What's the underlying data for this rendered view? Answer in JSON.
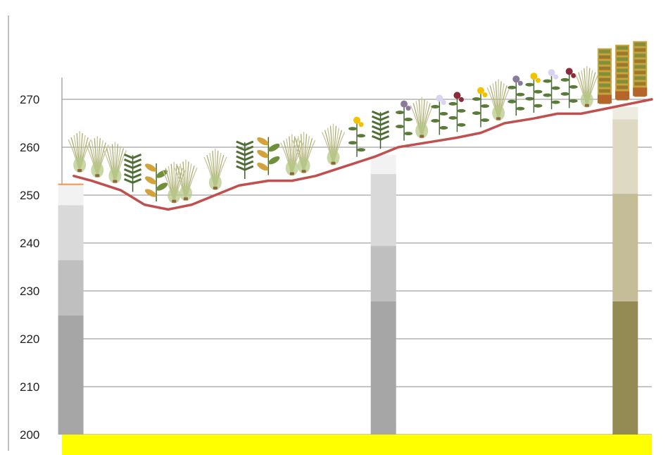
{
  "chart_data": {
    "type": "line",
    "title": "",
    "xlabel": "",
    "ylabel": "",
    "ylim": [
      200,
      275
    ],
    "y_ticks": [
      200,
      210,
      220,
      230,
      240,
      250,
      260,
      270
    ],
    "grid": true,
    "xlim": [
      0,
      100
    ],
    "series": [
      {
        "color": "#c0504d",
        "points": [
          {
            "x": 2,
            "y": 254
          },
          {
            "x": 5,
            "y": 253
          },
          {
            "x": 10,
            "y": 251
          },
          {
            "x": 14,
            "y": 248
          },
          {
            "x": 18,
            "y": 247
          },
          {
            "x": 22,
            "y": 248
          },
          {
            "x": 26,
            "y": 250
          },
          {
            "x": 30,
            "y": 252
          },
          {
            "x": 35,
            "y": 253
          },
          {
            "x": 39,
            "y": 253
          },
          {
            "x": 43,
            "y": 254
          },
          {
            "x": 48,
            "y": 256
          },
          {
            "x": 53,
            "y": 258
          },
          {
            "x": 57,
            "y": 260
          },
          {
            "x": 62,
            "y": 261
          },
          {
            "x": 67,
            "y": 262
          },
          {
            "x": 71,
            "y": 263
          },
          {
            "x": 75,
            "y": 265
          },
          {
            "x": 80,
            "y": 266
          },
          {
            "x": 84,
            "y": 267
          },
          {
            "x": 88,
            "y": 267
          },
          {
            "x": 92,
            "y": 268
          },
          {
            "x": 96,
            "y": 269
          },
          {
            "x": 100,
            "y": 270
          }
        ]
      }
    ],
    "ground_band": {
      "y_from": 195.5,
      "y_to": 200,
      "color": "#ffff00"
    },
    "columns": [
      {
        "x": 1.5,
        "layers": [
          {
            "from": 200,
            "to": 224.9,
            "color": "#a6a6a6"
          },
          {
            "from": 224.9,
            "to": 236.4,
            "color": "#bfbfbf"
          },
          {
            "from": 236.4,
            "to": 247.9,
            "color": "#d9d9d9"
          },
          {
            "from": 247.9,
            "to": 252.1,
            "color": "#f2f2f2"
          },
          {
            "from": 252.1,
            "to": 252.4,
            "color": "#f79646"
          }
        ]
      },
      {
        "x": 54.5,
        "layers": [
          {
            "from": 200,
            "to": 227.8,
            "color": "#a6a6a6"
          },
          {
            "from": 227.8,
            "to": 239.4,
            "color": "#bfbfbf"
          },
          {
            "from": 239.4,
            "to": 254.4,
            "color": "#d9d9d9"
          },
          {
            "from": 254.4,
            "to": 258.4,
            "color": "#f2f2f2"
          }
        ]
      },
      {
        "x": 95.5,
        "layers": [
          {
            "from": 200,
            "to": 227.8,
            "color": "#948a54"
          },
          {
            "from": 227.8,
            "to": 250.3,
            "color": "#c4bd97"
          },
          {
            "from": 250.3,
            "to": 265.8,
            "color": "#ddd9c3"
          },
          {
            "from": 265.8,
            "to": 268.4,
            "color": "#eeece1"
          }
        ]
      }
    ],
    "plants": [
      {
        "x": 3,
        "icon": "grass-icon"
      },
      {
        "x": 6,
        "icon": "grass-icon"
      },
      {
        "x": 9,
        "icon": "grass-icon"
      },
      {
        "x": 12,
        "icon": "fern-icon"
      },
      {
        "x": 16,
        "icon": "leafy-plant-icon"
      },
      {
        "x": 19,
        "icon": "grass-icon"
      },
      {
        "x": 21,
        "icon": "grass-icon"
      },
      {
        "x": 26,
        "icon": "grass-icon"
      },
      {
        "x": 31,
        "icon": "fern-icon"
      },
      {
        "x": 35,
        "icon": "leafy-plant-icon"
      },
      {
        "x": 39,
        "icon": "grass-icon"
      },
      {
        "x": 41,
        "icon": "grass-icon"
      },
      {
        "x": 46,
        "icon": "grass-icon"
      },
      {
        "x": 50,
        "icon": "yellow-flower-icon"
      },
      {
        "x": 54,
        "icon": "fern-icon"
      },
      {
        "x": 58,
        "icon": "purple-flower-icon"
      },
      {
        "x": 61,
        "icon": "grass-icon"
      },
      {
        "x": 64,
        "icon": "white-flower-icon"
      },
      {
        "x": 67,
        "icon": "red-flower-icon"
      },
      {
        "x": 71,
        "icon": "yellow-flower-icon"
      },
      {
        "x": 74,
        "icon": "grass-icon"
      },
      {
        "x": 77,
        "icon": "purple-flower-icon"
      },
      {
        "x": 80,
        "icon": "yellow-flower-icon"
      },
      {
        "x": 83,
        "icon": "white-flower-icon"
      },
      {
        "x": 86,
        "icon": "red-flower-icon"
      },
      {
        "x": 89,
        "icon": "grass-icon"
      },
      {
        "x": 92,
        "icon": "reed-icon"
      },
      {
        "x": 95,
        "icon": "reed-icon"
      },
      {
        "x": 98,
        "icon": "reed-icon"
      }
    ]
  }
}
